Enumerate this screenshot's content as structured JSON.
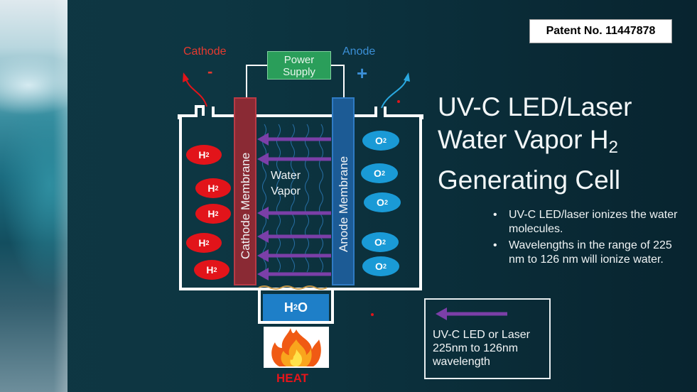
{
  "patent": "Patent No. 11447878",
  "title": {
    "line1": "UV-C LED/Laser",
    "line2_prefix": "Water Vapor H",
    "line2_sub": "2",
    "line3": "Generating Cell"
  },
  "bullets": [
    "UV-C LED/laser ionizes the water molecules.",
    "Wavelengths in the range of 225 nm to 126 nm will ionize water."
  ],
  "legend": {
    "line1": "UV-C LED or Laser",
    "line2": "225nm to 126nm",
    "line3": "wavelength"
  },
  "diagram": {
    "cathode": "Cathode",
    "anode": "Anode",
    "minus": "-",
    "plus": "+",
    "power_line1": "Power",
    "power_line2": "Supply",
    "cathode_membrane": "Cathode Membrane",
    "anode_membrane": "Anode Membrane",
    "water": "Water",
    "vapor": "Vapor",
    "h2_label": "H",
    "h2_sub": "2",
    "o2_label": "O",
    "o2_sub": "2",
    "h2o_label": "H",
    "h2o_sub": "2",
    "h2o_suffix": "O",
    "heat": "HEAT"
  },
  "colors": {
    "cathode": "#e53a2f",
    "anode": "#3b8fd6",
    "arrow": "#7b3fa8",
    "h2": "#e2141a",
    "o2": "#1a9ad6"
  }
}
